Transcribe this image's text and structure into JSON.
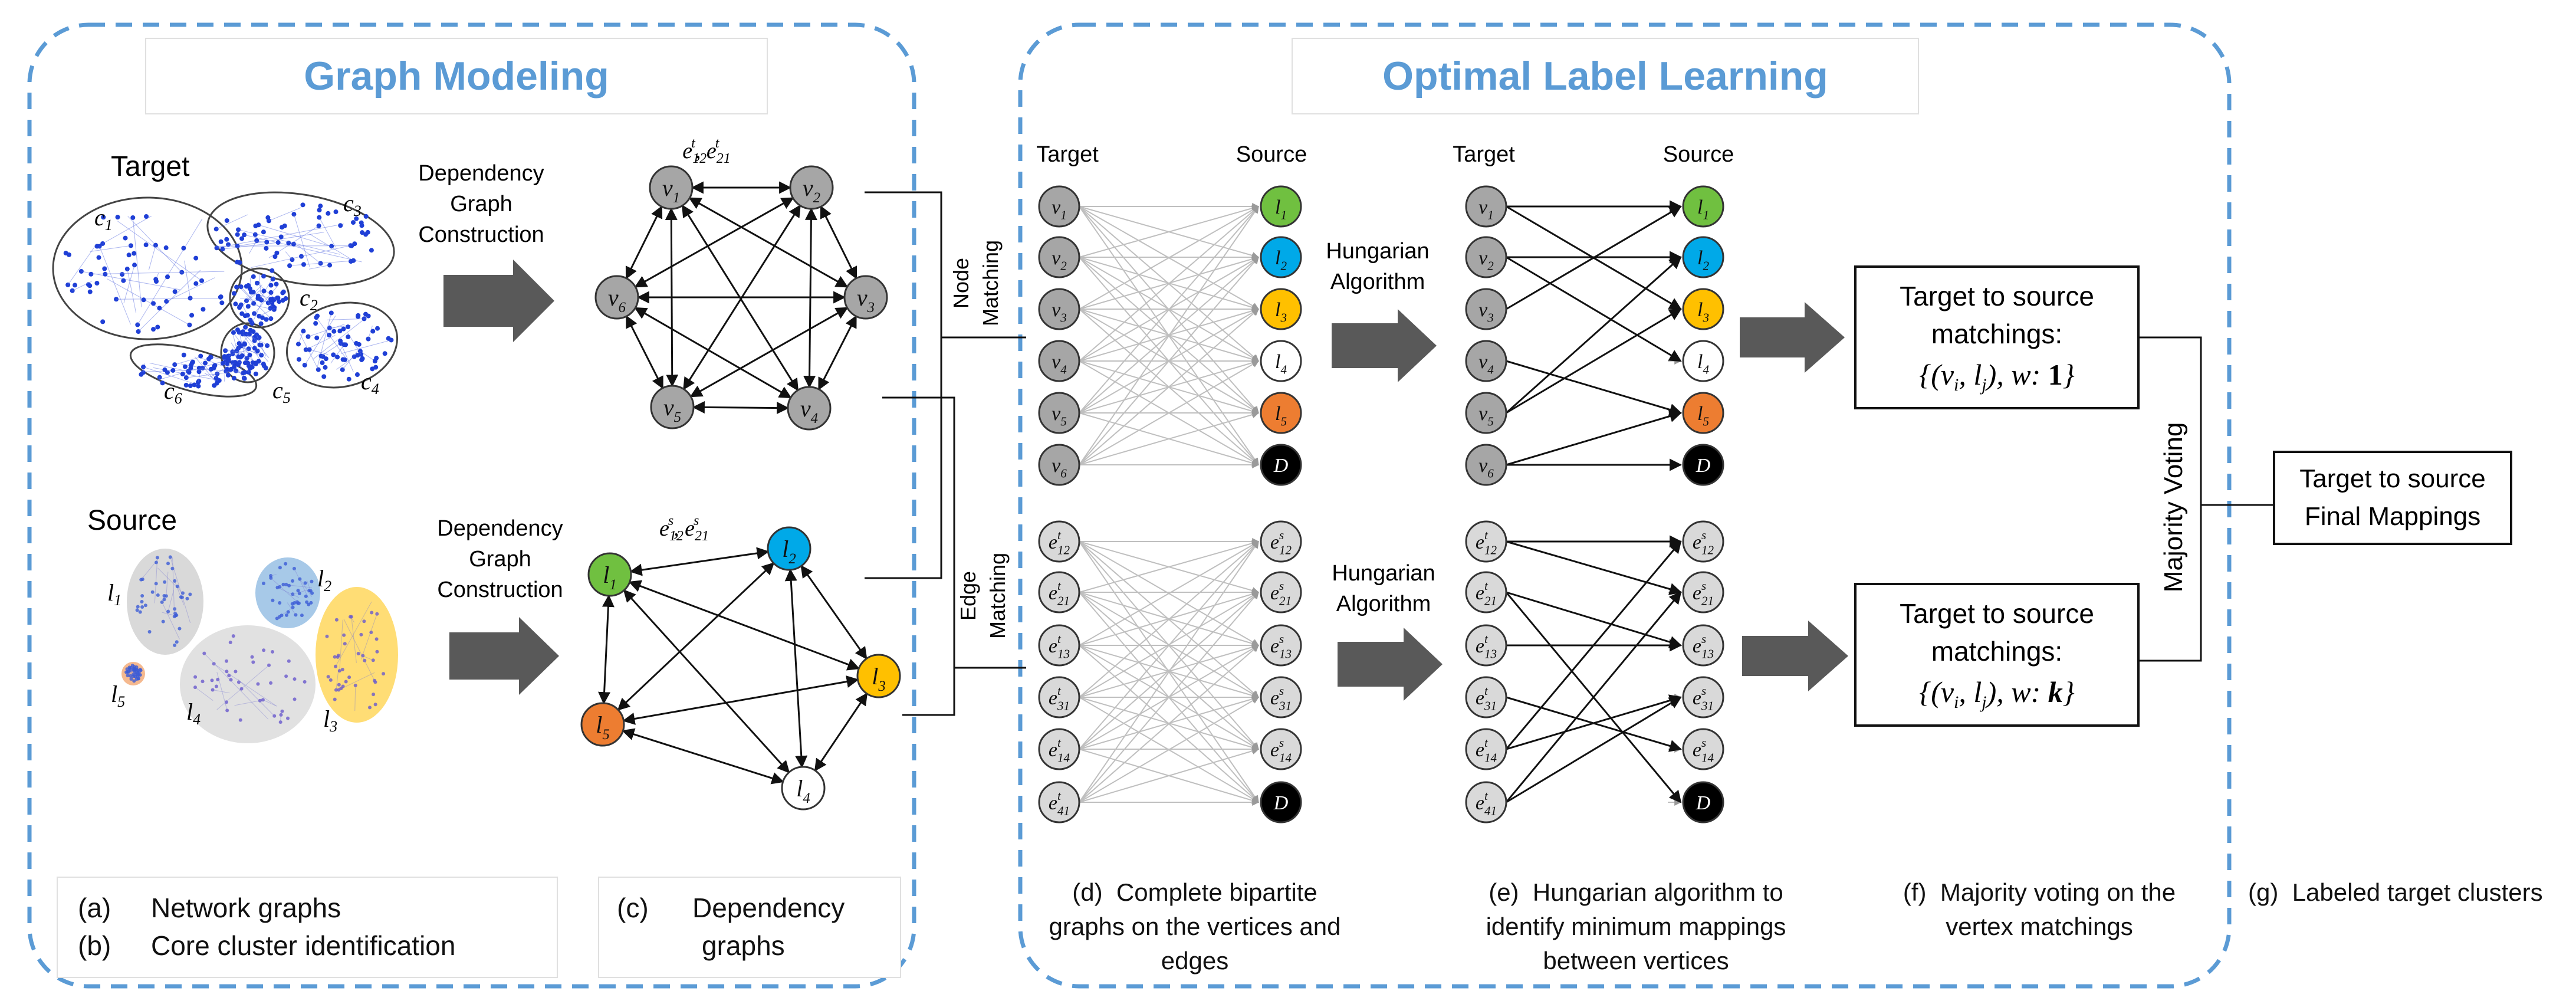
{
  "panels": {
    "graph_modeling": {
      "title": "Graph Modeling"
    },
    "optimal_label_learning": {
      "title": "Optimal Label Learning"
    }
  },
  "graph_modeling": {
    "target_label": "Target",
    "source_label": "Source",
    "arrow_text_top": [
      "Dependency",
      "Graph",
      "Construction"
    ],
    "arrow_text_bottom": [
      "Dependency",
      "Graph",
      "Construction"
    ],
    "target_clusters": [
      "c1",
      "c2",
      "c3",
      "c4",
      "c5",
      "c6"
    ],
    "source_clusters": [
      "l1",
      "l2",
      "l3",
      "l4",
      "l5"
    ],
    "target_edge_label": "e12t, e21t",
    "source_edge_label": "e12s, e21s",
    "target_nodes": [
      "v1",
      "v2",
      "v3",
      "v4",
      "v5",
      "v6"
    ],
    "source_nodes": [
      "l1",
      "l2",
      "l3",
      "l4",
      "l5"
    ]
  },
  "matching": {
    "node_matching": [
      "Node",
      "Matching"
    ],
    "edge_matching": [
      "Edge",
      "Matching"
    ]
  },
  "bipartite": {
    "target_header": "Target",
    "source_header": "Source",
    "target_vertices": [
      "v1",
      "v2",
      "v3",
      "v4",
      "v5",
      "v6"
    ],
    "source_vertices": [
      "l1",
      "l2",
      "l3",
      "l4",
      "l5",
      "D"
    ],
    "target_edges": [
      "e12t",
      "e21t",
      "e13t",
      "e31t",
      "e14t",
      "e41t"
    ],
    "source_edges": [
      "e12s",
      "e21s",
      "e13s",
      "e31s",
      "e14s",
      "D"
    ]
  },
  "hungarian": {
    "label_top": [
      "Hungarian",
      "Algorithm"
    ],
    "label_bottom": [
      "Hungarian",
      "Algorithm"
    ]
  },
  "results": {
    "box_top": {
      "line1": "Target to source",
      "line2": "matchings:",
      "weight": "1"
    },
    "box_bottom": {
      "line1": "Target to source",
      "line2": "matchings:",
      "weight": "k"
    },
    "majority_voting": "Majority Voting",
    "final": {
      "line1": "Target to source",
      "line2": "Final Mappings"
    }
  },
  "captions": {
    "a": {
      "tag": "(a)",
      "text": "Network graphs"
    },
    "b": {
      "tag": "(b)",
      "text": "Core cluster identification"
    },
    "c": {
      "tag": "(c)",
      "text": "Dependency",
      "text2": "graphs"
    },
    "d": {
      "tag": "(d)",
      "lines": [
        "Complete bipartite",
        "graphs on the vertices and",
        "edges"
      ]
    },
    "e": {
      "tag": "(e)",
      "lines": [
        "Hungarian algorithm to",
        "identify  minimum mappings",
        "between vertices"
      ]
    },
    "f": {
      "tag": "(f)",
      "lines": [
        "Majority voting on the",
        "vertex matchings"
      ]
    },
    "g": {
      "tag": "(g)",
      "text": "Labeled target clusters"
    }
  },
  "colors": {
    "panel_border": "#5b9bd5",
    "title": "#5b9bd5",
    "node_gray": "#a6a6a6",
    "l1": "#70c040",
    "l2": "#00a9e8",
    "l3": "#ffc000",
    "l4": "#ffffff",
    "l5": "#ed7d31",
    "D": "#000000",
    "arrow": "#595959"
  }
}
